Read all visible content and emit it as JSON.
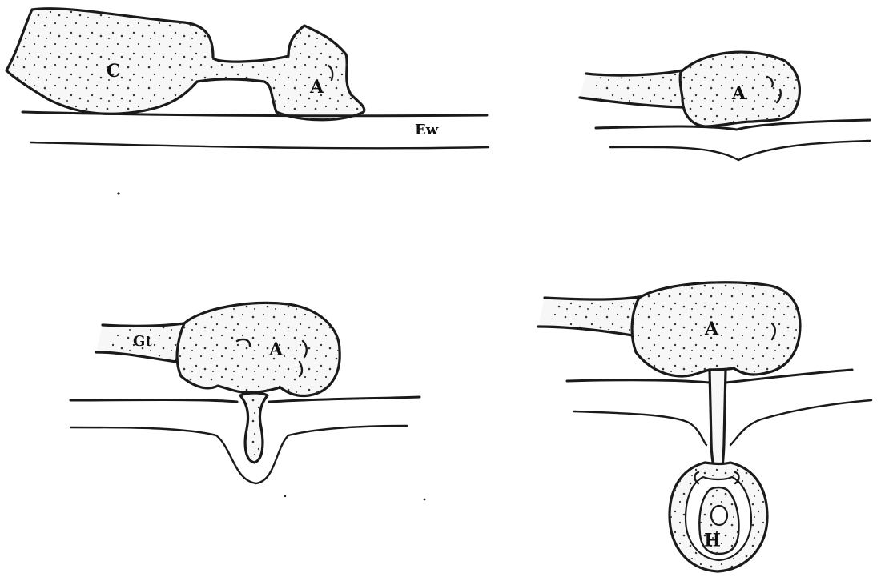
{
  "labels": {
    "cyst": "C",
    "appressorium": "A",
    "epidermal_wall": "Ew",
    "germ_tube": "Gt",
    "haustorium": "H"
  }
}
